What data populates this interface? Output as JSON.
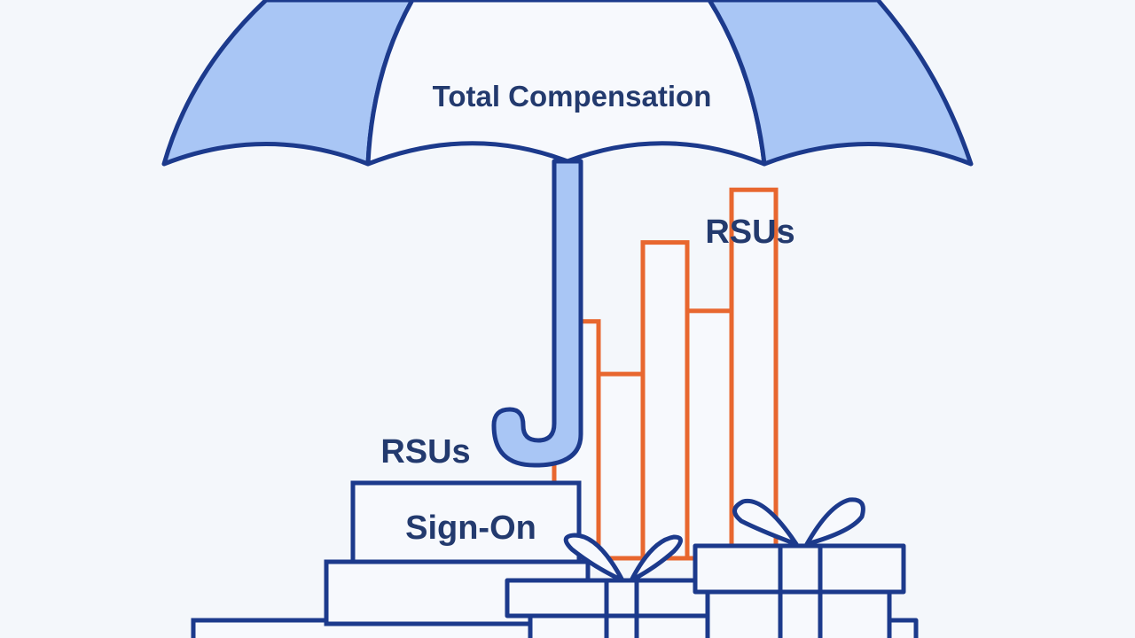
{
  "diagram": {
    "umbrella_label": "Total Compensation",
    "bars_label": "RSUs",
    "stack_label": "RSUs",
    "box_label": "Sign-On"
  },
  "colors": {
    "background": "#f4f7fb",
    "navy_outline": "#1c3a8c",
    "light_blue_fill": "#a9c6f5",
    "white_fill": "#f7f9fd",
    "orange_outline": "#e8672f",
    "label_text": "#233a6e"
  },
  "chart_data": {
    "type": "bar",
    "categories": [
      "",
      "",
      "",
      "",
      ""
    ],
    "values": [
      0.45,
      0.35,
      0.6,
      0.47,
      0.7
    ],
    "ylim": [
      0,
      1
    ]
  }
}
